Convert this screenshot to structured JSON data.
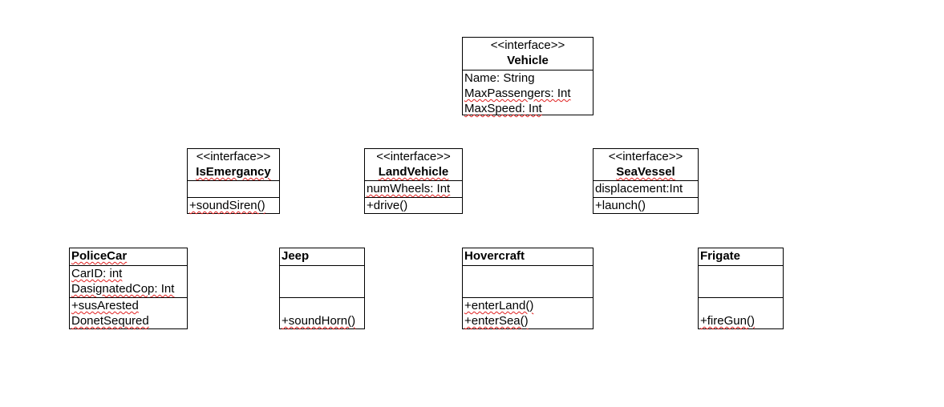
{
  "interfaces": {
    "vehicle": {
      "stereotype": "<<interface>>",
      "name": "Vehicle",
      "attributes": [
        "Name: String",
        "MaxPassengers: Int",
        "MaxSpeed: Int"
      ]
    },
    "is_emergancy": {
      "stereotype": "<<interface>>",
      "name": "IsEmergancy",
      "methods": [
        "+soundSiren()"
      ]
    },
    "land_vehicle": {
      "stereotype": "<<interface>>",
      "name": "LandVehicle",
      "attributes": [
        "numWheels: Int"
      ],
      "methods": [
        "+drive()"
      ]
    },
    "sea_vessel": {
      "stereotype": "<<interface>>",
      "name": "SeaVessel",
      "attributes": [
        "displacement:Int"
      ],
      "methods": [
        "+launch()"
      ]
    }
  },
  "classes": {
    "police_car": {
      "name": "PoliceCar",
      "attributes": [
        "CarID: int",
        "DasignatedCop: Int"
      ],
      "methods": [
        "+susArested",
        "DonetSequred"
      ]
    },
    "jeep": {
      "name": "Jeep",
      "methods": [
        "+soundHorn()"
      ]
    },
    "hovercraft": {
      "name": "Hovercraft",
      "methods": [
        "+enterLand()",
        "+enterSea()"
      ]
    },
    "frigate": {
      "name": "Frigate",
      "methods": [
        "+fireGun()"
      ]
    }
  },
  "colors": {
    "border": "#000000",
    "spellcheck_underline": "#e02020",
    "background": "#ffffff"
  }
}
